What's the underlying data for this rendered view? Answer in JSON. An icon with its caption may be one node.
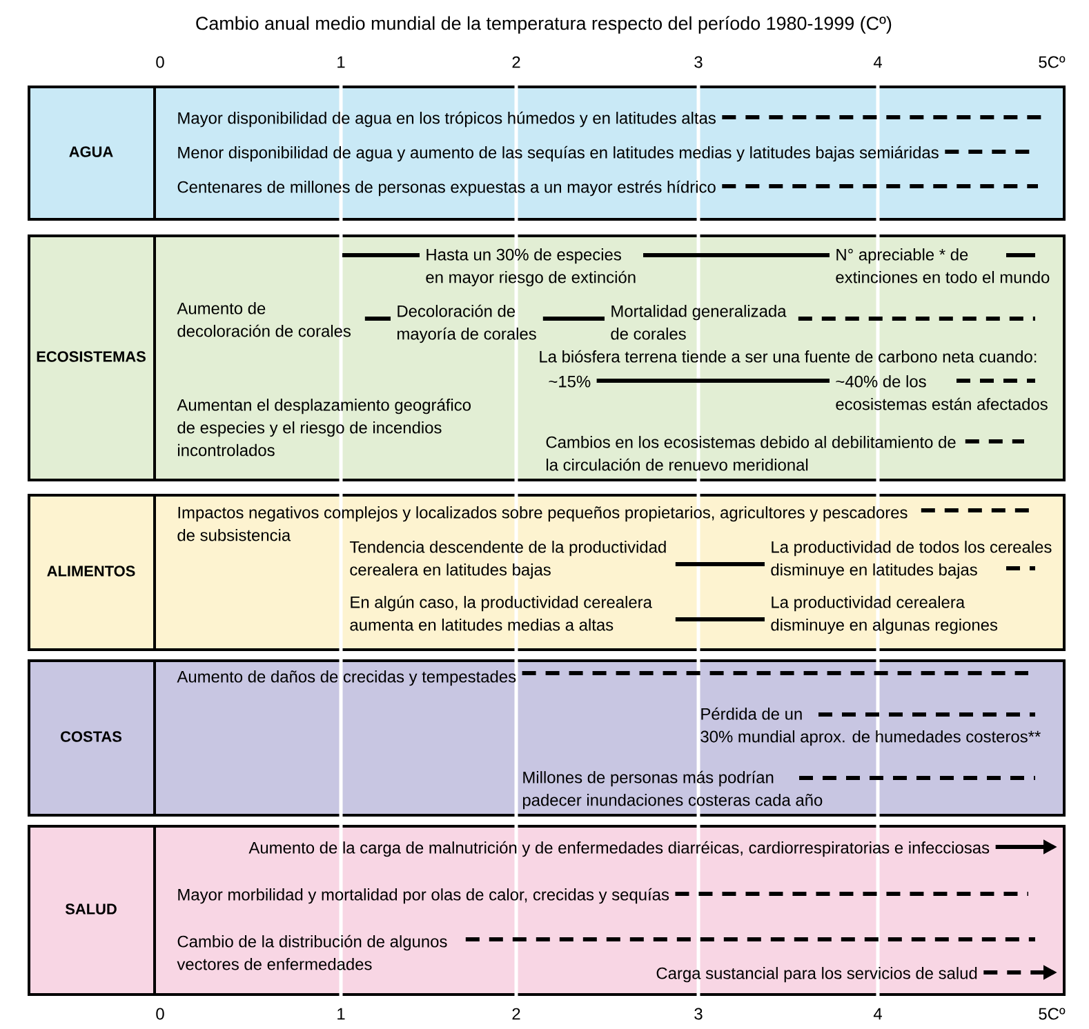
{
  "diagram": {
    "title": "Cambio anual medio mundial de la temperatura respecto del período 1980-1999 (Cº)",
    "nodes": [
      {
        "text": [
          "AGUA"
        ]
      },
      {
        "text": [
          "Mayor disponibilidad de agua en los trópicos húmedos y en latitudes altas"
        ],
        "in": 0
      },
      {
        "text": [
          "Menor disponibilidad de agua y aumento de las sequías en latitudes medias y latitudes bajas semiáridas"
        ],
        "in": 0
      },
      {
        "text": [
          "Centenares de millones de personas expuestas a un mayor estrés hídrico"
        ],
        "in": 0
      },
      {
        "text": [
          "ECOSISTEMAS"
        ]
      },
      {
        "text": [
          "Hasta un 30% de especies en mayor riesgo de extinción"
        ],
        "in": 4
      },
      {
        "text": [
          "N° apreciable * de extinciones en todo el mundo"
        ],
        "in": 4
      },
      {
        "text": [
          "Aumento de decoloración de corales"
        ],
        "in": 4
      },
      {
        "text": [
          "Decoloración de mayoría de corales"
        ],
        "in": 4
      },
      {
        "text": [
          "Mortalidad generalizada de corales"
        ],
        "in": 4
      },
      {
        "text": [
          "La biósfera terrena tiende a ser una fuente de carbono neta cuando:"
        ],
        "in": 4
      },
      {
        "text": [
          "~15%"
        ],
        "in": 4
      },
      {
        "text": [
          "~40% de los ecosistemas están afectados"
        ],
        "in": 4
      },
      {
        "text": [
          "Aumentan el desplazamiento geográfico de especies y el riesgo de incendios incontrolados"
        ],
        "in": 4
      },
      {
        "text": [
          "Cambios en los ecosistemas debido al debilitamiento de la circulación de renuevo meridional"
        ],
        "in": 4
      },
      {
        "text": [
          "ALIMENTOS"
        ]
      },
      {
        "text": [
          "Impactos negativos complejos y localizados sobre pequeños propietarios, agricultores y pescadores de subsistencia"
        ],
        "in": 15
      },
      {
        "text": [
          "Tendencia descendente de la productividad cerealera en latitudes bajas"
        ],
        "in": 15
      },
      {
        "text": [
          "La productividad de todos los cereales disminuye en latitudes bajas"
        ],
        "in": 15
      },
      {
        "text": [
          "En algún caso, la productividad cerealera aumenta en latitudes medias a altas"
        ],
        "in": 15
      },
      {
        "text": [
          "La productividad cerealera disminuye en algunas regiones"
        ],
        "in": 15
      },
      {
        "text": [
          "COSTAS"
        ]
      },
      {
        "text": [
          "Aumento de daños de crecidas y tempestades"
        ],
        "in": 21
      },
      {
        "text": [
          "Pérdida de un 30% mundial aprox. de humedades costeros**"
        ],
        "in": 21
      },
      {
        "text": [
          "Millones de personas más podrían padecer inundaciones costeras cada año"
        ],
        "in": 21
      },
      {
        "text": [
          "SALUD"
        ]
      },
      {
        "text": [
          "Aumento de la carga de malnutrición y de enfermedades diarréicas, cardiorrespiratorias e infecciosas"
        ],
        "in": 25
      },
      {
        "text": [
          "Mayor morbilidad y mortalidad por olas de calor, crecidas y sequías"
        ],
        "in": 25
      },
      {
        "text": [
          "Cambio de la distribución de algunos vectores de enfermedades"
        ],
        "in": 25
      },
      {
        "text": [
          "Carga sustancial para los servicios de salud"
        ],
        "in": 25
      }
    ],
    "edges": [
      {
        "from": 1,
        "to": null,
        "arrow": "none",
        "style": "dashed"
      },
      {
        "from": 2,
        "to": null,
        "arrow": "none",
        "style": "dashed"
      },
      {
        "from": 3,
        "to": null,
        "arrow": "none",
        "style": "dashed"
      },
      {
        "from": null,
        "to": 5,
        "arrow": "none"
      },
      {
        "from": 5,
        "to": 6,
        "arrow": "none"
      },
      {
        "from": 6,
        "to": null,
        "arrow": "none"
      },
      {
        "from": 7,
        "to": 8,
        "arrow": "none"
      },
      {
        "from": 8,
        "to": 9,
        "arrow": "none"
      },
      {
        "from": 9,
        "to": null,
        "arrow": "none",
        "style": "dashed"
      },
      {
        "from": 11,
        "to": 12,
        "arrow": "none"
      },
      {
        "from": 12,
        "to": null,
        "arrow": "none",
        "style": "dashed"
      },
      {
        "from": 14,
        "to": null,
        "arrow": "none",
        "style": "dashed"
      },
      {
        "from": 16,
        "to": null,
        "arrow": "none",
        "style": "dashed"
      },
      {
        "from": 17,
        "to": 18,
        "arrow": "none"
      },
      {
        "from": 18,
        "to": null,
        "arrow": "none",
        "style": "dashed"
      },
      {
        "from": 19,
        "to": 20,
        "arrow": "none"
      },
      {
        "from": 22,
        "to": null,
        "arrow": "none",
        "style": "dashed"
      },
      {
        "from": 23,
        "to": null,
        "arrow": "none",
        "style": "dashed"
      },
      {
        "from": 24,
        "to": null,
        "arrow": "none",
        "style": "dashed"
      },
      {
        "from": 26,
        "to": null,
        "arrow": "to"
      },
      {
        "from": 27,
        "to": null,
        "arrow": "none",
        "style": "dashed"
      },
      {
        "from": 28,
        "to": null,
        "arrow": "none",
        "style": "dashed"
      },
      {
        "from": 29,
        "to": null,
        "arrow": "to",
        "style": "dashed"
      }
    ],
    "labels": [
      "0",
      "1",
      "2",
      "3",
      "4",
      "5Cº",
      "0",
      "1",
      "2",
      "3",
      "4",
      "5Cº"
    ]
  }
}
